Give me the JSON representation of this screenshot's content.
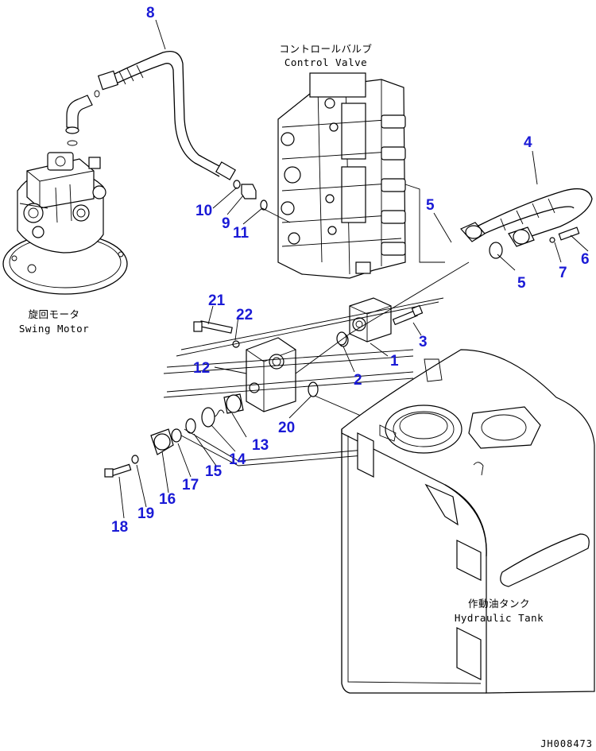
{
  "components": {
    "control_valve": {
      "label_jp": "コントロールバルブ",
      "label_en": "Control Valve"
    },
    "swing_motor": {
      "label_jp": "旋回モータ",
      "label_en": "Swing Motor"
    },
    "hydraulic_tank": {
      "label_jp": "作動油タンク",
      "label_en": "Hydraulic Tank"
    }
  },
  "callouts": [
    "1",
    "2",
    "3",
    "4",
    "5",
    "5",
    "6",
    "7",
    "8",
    "9",
    "10",
    "11",
    "12",
    "13",
    "14",
    "15",
    "16",
    "17",
    "18",
    "19",
    "20",
    "21",
    "22"
  ],
  "drawing_code": "JH008473",
  "colors": {
    "callout": "#1a1ad6",
    "line": "#000000",
    "background": "#ffffff"
  }
}
